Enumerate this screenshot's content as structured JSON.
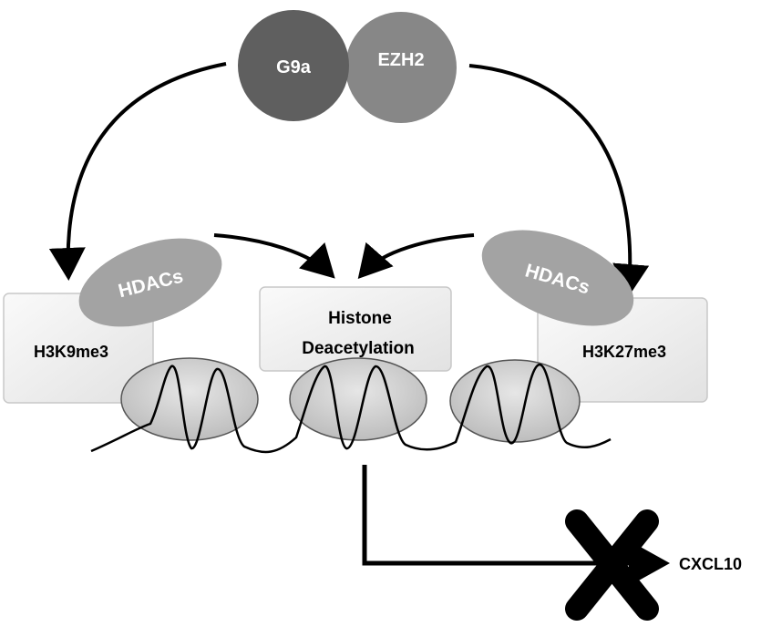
{
  "complex": {
    "left": "G9a",
    "right": "EZH2"
  },
  "hdacs": {
    "left": "HDACs",
    "right": "HDACs"
  },
  "boxes": {
    "left": "H3K9me3",
    "center_line1": "Histone",
    "center_line2": "Deacetylation",
    "right": "H3K27me3"
  },
  "gene": "CXCL10",
  "colors": {
    "g9a": "#5f5f5f",
    "ezh2": "#878787",
    "hdacs": "#a3a3a3",
    "box": "#efefef",
    "nucleosome": "#cdcdcd",
    "line": "#000000"
  }
}
